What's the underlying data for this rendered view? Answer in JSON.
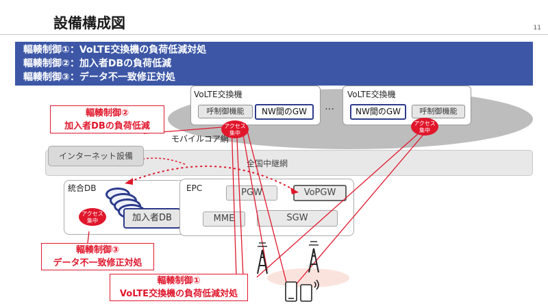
{
  "page": {
    "title": "設備構成図",
    "page_number": "11"
  },
  "banner": {
    "lines": [
      "輻輳制御①：VoLTE交換機の負荷低減対処",
      "輻輳制御②：加入者DBの負荷低減",
      "輻輳制御③：データ不一致修正対処"
    ]
  },
  "core": {
    "label": "モバイルコア網",
    "switch_left": {
      "title": "VoLTE交換機",
      "call_control": "呼制御機能",
      "nw_gw": "NW間のGW"
    },
    "switch_right": {
      "title": "VoLTE交換機",
      "nw_gw": "NW間のGW",
      "call_control": "呼制御機能"
    },
    "ellipsis": "…"
  },
  "backbone": {
    "label": "全国中継網",
    "internet": "インターネット設備"
  },
  "db_panel": {
    "label": "統合DB",
    "subscriber_db": "加入者DB"
  },
  "epc": {
    "label": "EPC",
    "pgw": "PGW",
    "vopgw": "VoPGW",
    "mme": "MME",
    "sgw": "SGW"
  },
  "badges": {
    "access_line1": "アクセス",
    "access_line2": "集中"
  },
  "callouts": {
    "c1": {
      "line1": "輻輳制御①",
      "line2": "VoLTE交換機の負荷低減対処"
    },
    "c2": {
      "line1": "輻輳制御②",
      "line2": "加入者DBの負荷低減"
    },
    "c3": {
      "line1": "輻輳制御③",
      "line2": "データ不一致修正対処"
    }
  },
  "colors": {
    "banner": "#3d57a6",
    "accent_red": "#e0162b",
    "navy": "#2b3a8a"
  },
  "icons": [
    "antenna-tower-icon",
    "smartphone-icon"
  ]
}
